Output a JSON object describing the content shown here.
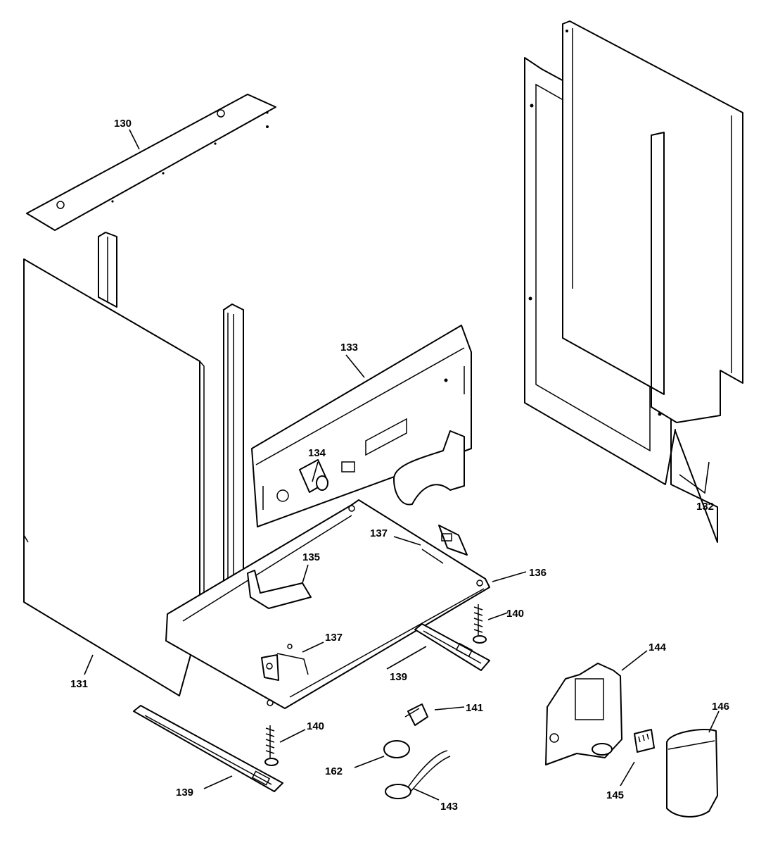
{
  "callouts": {
    "c130": "130",
    "c131": "131",
    "c132": "132",
    "c133": "133",
    "c134": "134",
    "c135": "135",
    "c136": "136",
    "c137a": "137",
    "c137b": "137",
    "c139a": "139",
    "c139b": "139",
    "c140a": "140",
    "c140b": "140",
    "c141": "141",
    "c143": "143",
    "c144": "144",
    "c145": "145",
    "c146": "146",
    "c162": "162"
  }
}
